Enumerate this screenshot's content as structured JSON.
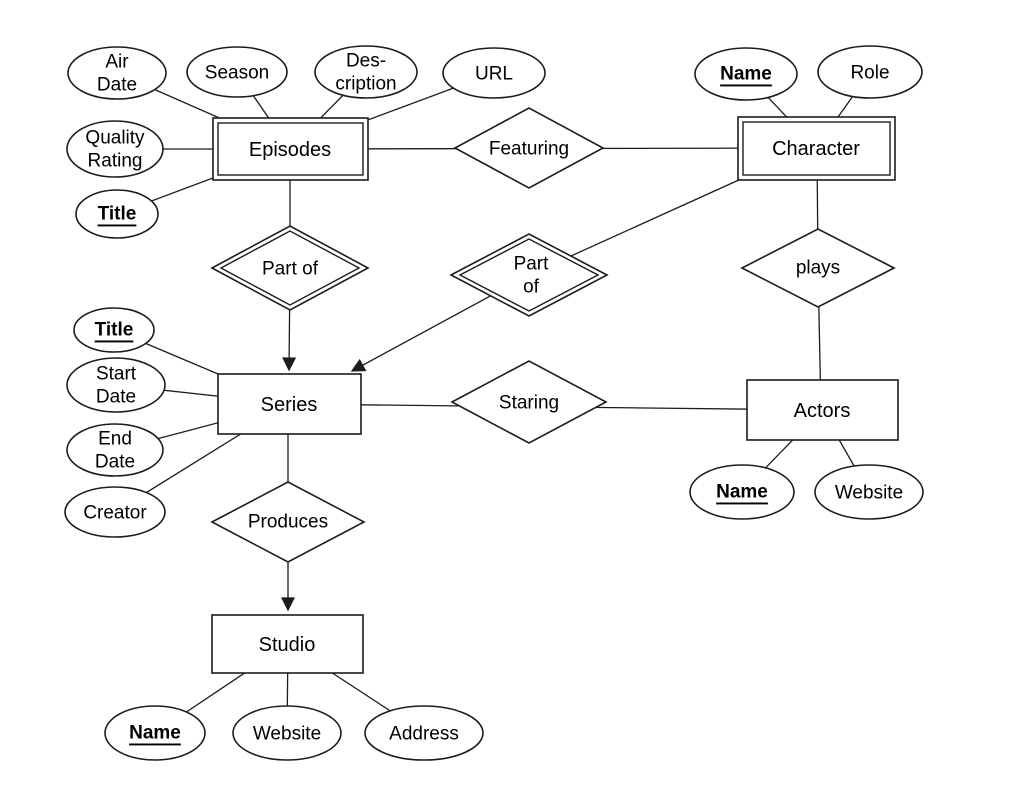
{
  "diagram_type": "entity-relationship",
  "colors": {
    "stroke": "#1c1c1c",
    "shape_fill": "#ffffff",
    "background": "#ffffff",
    "text": "#000000"
  },
  "entities": {
    "episodes": {
      "label": "Episodes",
      "weak": true
    },
    "character": {
      "label": "Character",
      "weak": true
    },
    "series": {
      "label": "Series",
      "weak": false
    },
    "actors": {
      "label": "Actors",
      "weak": false
    },
    "studio": {
      "label": "Studio",
      "weak": false
    }
  },
  "relationships": {
    "featuring": {
      "label": "Featuring",
      "identifying": false
    },
    "part_of_left": {
      "label": "Part of",
      "identifying": true,
      "arrow_to": "Series"
    },
    "part_of_right": {
      "line1": "Part",
      "line2": "of",
      "identifying": true,
      "arrow_to": "Series"
    },
    "plays": {
      "label": "plays",
      "identifying": false
    },
    "staring": {
      "label": "Staring",
      "identifying": false
    },
    "produces": {
      "label": "Produces",
      "identifying": false,
      "arrow_to": "Studio"
    }
  },
  "attributes": {
    "air_date": {
      "line1": "Air",
      "line2": "Date",
      "key": false,
      "of": "Episodes"
    },
    "season": {
      "label": "Season",
      "key": false,
      "of": "Episodes"
    },
    "description": {
      "line1": "Des-",
      "line2": "cription",
      "key": false,
      "of": "Episodes"
    },
    "url": {
      "label": "URL",
      "key": false,
      "of": "Episodes"
    },
    "quality_rating": {
      "line1": "Quality",
      "line2": "Rating",
      "key": false,
      "of": "Episodes"
    },
    "episodes_title": {
      "label": "Title",
      "key": true,
      "of": "Episodes"
    },
    "character_name": {
      "label": "Name",
      "key": true,
      "of": "Character"
    },
    "character_role": {
      "label": "Role",
      "key": false,
      "of": "Character"
    },
    "series_title": {
      "label": "Title",
      "key": true,
      "of": "Series"
    },
    "series_start_date": {
      "line1": "Start",
      "line2": "Date",
      "key": false,
      "of": "Series"
    },
    "series_end_date": {
      "line1": "End",
      "line2": "Date",
      "key": false,
      "of": "Series"
    },
    "series_creator": {
      "label": "Creator",
      "key": false,
      "of": "Series"
    },
    "actors_name": {
      "label": "Name",
      "key": true,
      "of": "Actors"
    },
    "actors_website": {
      "label": "Website",
      "key": false,
      "of": "Actors"
    },
    "studio_name": {
      "label": "Name",
      "key": true,
      "of": "Studio"
    },
    "studio_website": {
      "label": "Website",
      "key": false,
      "of": "Studio"
    },
    "studio_address": {
      "label": "Address",
      "key": false,
      "of": "Studio"
    }
  }
}
